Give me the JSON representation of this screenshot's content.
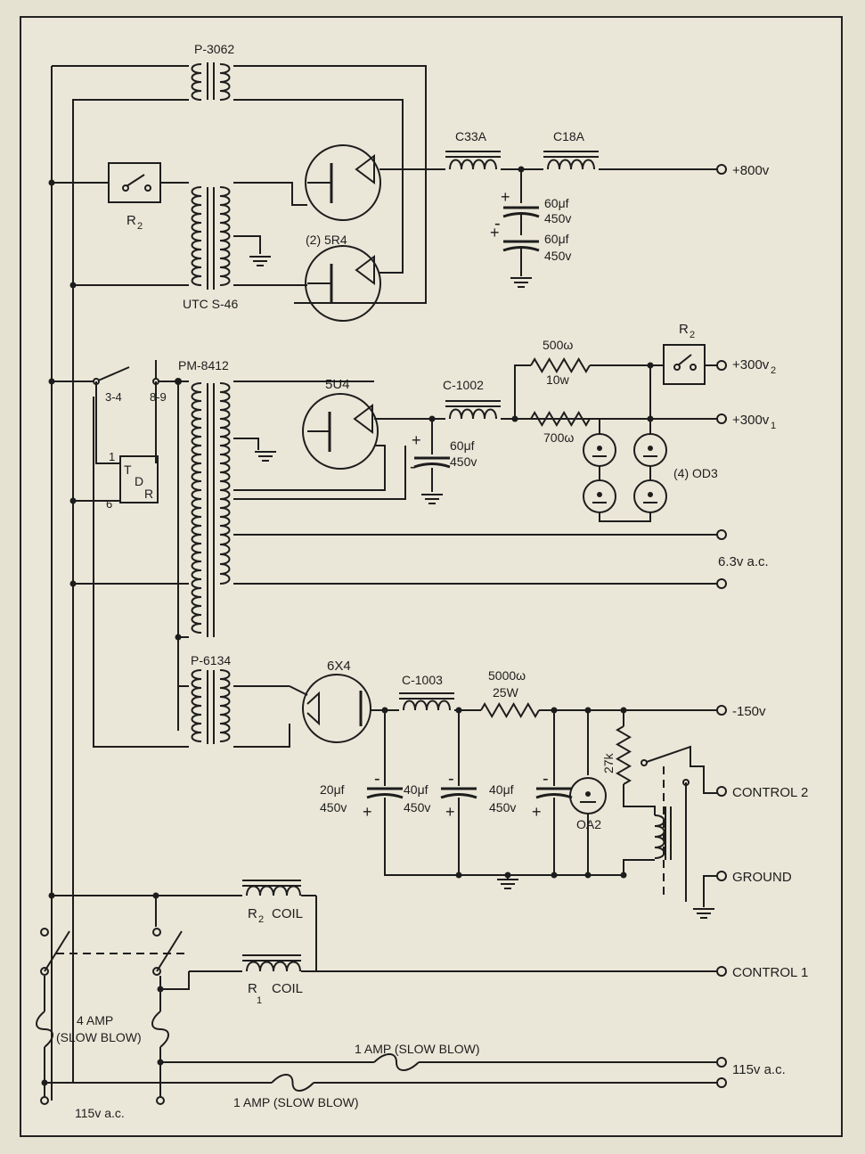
{
  "transformers": {
    "hv_plate": "P-3062",
    "hv_fil": "UTC S-46",
    "main": "PM-8412",
    "bias": "P-6134"
  },
  "tubes": {
    "rect_800": "(2) 5R4",
    "rect_300": "5U4",
    "rect_bias": "6X4",
    "regs_300": "(4) OD3",
    "reg_bias": "OA2"
  },
  "chokes": {
    "c1": "C33A",
    "c2": "C18A",
    "c3": "C-1002",
    "c4": "C-1003"
  },
  "capacitors": {
    "c800_a_val": "60μf",
    "c800_a_v": "450v",
    "c800_b_val": "60μf",
    "c800_b_v": "450v",
    "c300_val": "60μf",
    "c300_v": "450v",
    "cb1_val": "20μf",
    "cb1_v": "450v",
    "cb2_val": "40μf",
    "cb2_v": "450v",
    "cb3_val": "40μf",
    "cb3_v": "450v",
    "plus": "+",
    "minus": "-"
  },
  "resistors": {
    "r500_val": "500ω",
    "r500_w": "10w",
    "r700_val": "700ω",
    "r5000_val": "5000ω",
    "r5000_w": "25W",
    "r27k": "27k"
  },
  "relays": {
    "r2": "R",
    "r2_sub": "2",
    "r2_coil": "R",
    "r2_coil_sub": "2",
    "r2_coil_word": "COIL",
    "r1_coil": "R",
    "r1_coil_sub": "1",
    "r1_coil_word": "COIL",
    "tdr_t": "T",
    "tdr_d": "D",
    "tdr_r": "R",
    "tdr_pin1": "1",
    "tdr_pin6": "6"
  },
  "switch_contacts": {
    "c34": "3-4",
    "c89": "8-9"
  },
  "outputs": {
    "v800": "+800v",
    "v300_2": "+300v",
    "v300_2_sub": "2",
    "v300_1": "+300v",
    "v300_1_sub": "1",
    "fil": "6.3v a.c.",
    "bias": "-150v",
    "control2": "CONTROL 2",
    "ground": "GROUND",
    "control1": "CONTROL 1",
    "ac_out": "115v a.c."
  },
  "fuses": {
    "f4": "4 AMP",
    "f4_type": "(SLOW BLOW)",
    "f1a": "1 AMP (SLOW BLOW)",
    "f1b": "1 AMP (SLOW BLOW)"
  },
  "mains": "115v a.c."
}
